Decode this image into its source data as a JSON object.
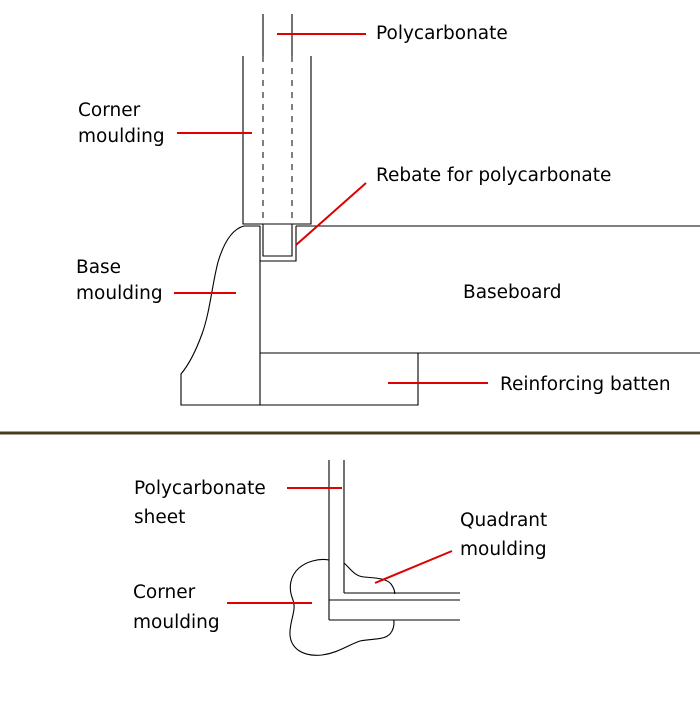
{
  "colors": {
    "leader": "#e00000",
    "outline": "#000000",
    "divider": "#4a3a1e",
    "background": "#ffffff"
  },
  "top": {
    "polycarbonate": "Polycarbonate",
    "corner_moulding": [
      "Corner",
      "moulding"
    ],
    "rebate": "Rebate for polycarbonate",
    "base_moulding": [
      "Base",
      "moulding"
    ],
    "baseboard": "Baseboard",
    "reinforcing_batten": "Reinforcing batten"
  },
  "bottom": {
    "polycarbonate_sheet": [
      "Polycarbonate",
      "sheet"
    ],
    "quadrant_moulding": [
      "Quadrant",
      "moulding"
    ],
    "corner_moulding": [
      "Corner",
      "moulding"
    ]
  }
}
